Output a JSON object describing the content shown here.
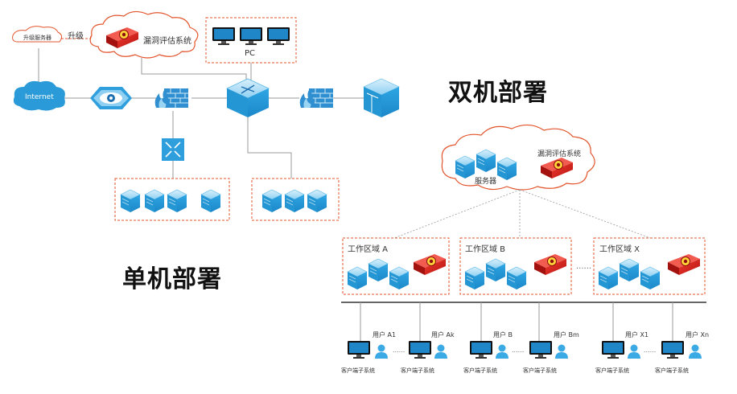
{
  "titles": {
    "dual": "双机部署",
    "single": "单机部署"
  },
  "single": {
    "upgrade_server": "升级服务器",
    "upgrade": "升级",
    "vuln_system": "漏洞评估系统",
    "pc": "PC",
    "internet": "Internet"
  },
  "dual": {
    "cloud_system": "漏洞评估系统",
    "servers": "服务器",
    "zones": [
      {
        "label": "工作区域 A"
      },
      {
        "label": "工作区域 B"
      },
      {
        "label": "工作区域 X"
      }
    ],
    "users": [
      {
        "label": "用户 A1"
      },
      {
        "label": "用户 Ak"
      },
      {
        "label": "用户 B"
      },
      {
        "label": "用户 Bm"
      },
      {
        "label": "用户 X1"
      },
      {
        "label": "用户 Xn"
      }
    ],
    "client_label": "客户端子系统",
    "clients": [
      {
        "label": "客户端子系统"
      },
      {
        "label": "客户端子系统"
      },
      {
        "label": "客户端子系统"
      },
      {
        "label": "客户端子系统"
      },
      {
        "label": "客户端子系统"
      },
      {
        "label": "客户端子系统"
      }
    ]
  },
  "colors": {
    "blue": "#2e9fdc",
    "blue_light": "#bfe3f7",
    "red_border": "#e2542c",
    "device_red": "#d8201c",
    "line_gray": "#9a9a9a"
  }
}
